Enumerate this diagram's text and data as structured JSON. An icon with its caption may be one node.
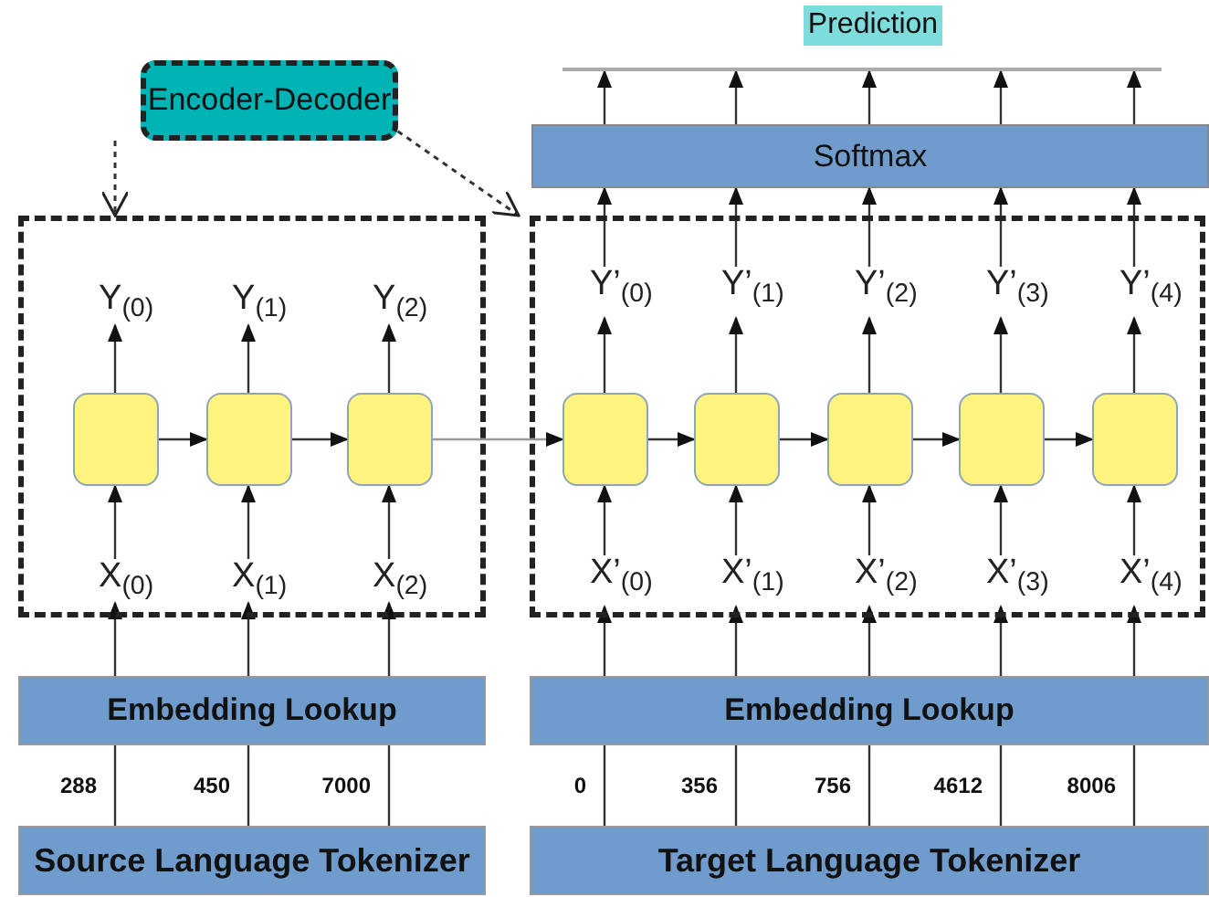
{
  "diagram": {
    "nodes": [
      {
        "text": [
          "Encoder-Decoder"
        ]
      },
      {
        "text": [
          "Prediction"
        ]
      },
      {
        "text": [],
        "shape": "bar"
      },
      {
        "text": [
          "Softmax"
        ]
      },
      {
        "text": [],
        "shape": "box"
      },
      {
        "text": [],
        "shape": "box"
      },
      {
        "text": [
          "Y$_{(0)}$"
        ],
        "in": 4
      },
      {
        "text": [
          "Y$_{(1)}$"
        ],
        "in": 4
      },
      {
        "text": [
          "Y$_{(2)}$"
        ],
        "in": 4
      },
      {
        "text": [],
        "shape": "box",
        "in": 4
      },
      {
        "text": [],
        "shape": "box",
        "in": 4
      },
      {
        "text": [],
        "shape": "box",
        "in": 4
      },
      {
        "text": [
          "X$_{(0)}$"
        ],
        "in": 4
      },
      {
        "text": [
          "X$_{(1)}$"
        ],
        "in": 4
      },
      {
        "text": [
          "X$_{(2)}$"
        ],
        "in": 4
      },
      {
        "text": [
          "Y’$_{(0)}$"
        ],
        "in": 5
      },
      {
        "text": [
          "Y’$_{(1)}$"
        ],
        "in": 5
      },
      {
        "text": [
          "Y’$_{(2)}$"
        ],
        "in": 5
      },
      {
        "text": [
          "Y’$_{(3)}$"
        ],
        "in": 5
      },
      {
        "text": [
          "Y’$_{(4)}$"
        ],
        "in": 5
      },
      {
        "text": [],
        "shape": "box",
        "in": 5
      },
      {
        "text": [],
        "shape": "box",
        "in": 5
      },
      {
        "text": [],
        "shape": "box",
        "in": 5
      },
      {
        "text": [],
        "shape": "box",
        "in": 5
      },
      {
        "text": [],
        "shape": "box",
        "in": 5
      },
      {
        "text": [
          "X’$_{(0)}$"
        ],
        "in": 5
      },
      {
        "text": [
          "X’$_{(1)}$"
        ],
        "in": 5
      },
      {
        "text": [
          "X’$_{(2)}$"
        ],
        "in": 5
      },
      {
        "text": [
          "X’$_{(3)}$"
        ],
        "in": 5
      },
      {
        "text": [
          "X’$_{(4)}$"
        ],
        "in": 5
      },
      {
        "text": [
          "Embedding Lookup"
        ]
      },
      {
        "text": [
          "Embedding Lookup"
        ]
      },
      {
        "text": [
          "Source Language Tokenizer"
        ]
      },
      {
        "text": [
          "Target Language Tokenizer"
        ]
      }
    ],
    "edges": [
      {
        "from": 0,
        "to": 4,
        "arrow": "to",
        "style": "dashed"
      },
      {
        "from": 0,
        "to": 5,
        "arrow": "to",
        "style": "dashed"
      },
      {
        "from": 9,
        "to": 10,
        "arrow": "to"
      },
      {
        "from": 10,
        "to": 11,
        "arrow": "to"
      },
      {
        "from": 11,
        "to": 20,
        "arrow": "to",
        "color": "#999999"
      },
      {
        "from": 20,
        "to": 21,
        "arrow": "to"
      },
      {
        "from": 21,
        "to": 22,
        "arrow": "to"
      },
      {
        "from": 22,
        "to": 23,
        "arrow": "to"
      },
      {
        "from": 23,
        "to": 24,
        "arrow": "to"
      },
      {
        "from": 9,
        "to": 6,
        "arrow": "to"
      },
      {
        "from": 10,
        "to": 7,
        "arrow": "to"
      },
      {
        "from": 11,
        "to": 8,
        "arrow": "to"
      },
      {
        "from": 20,
        "to": 15,
        "arrow": "to"
      },
      {
        "from": 21,
        "to": 16,
        "arrow": "to"
      },
      {
        "from": 22,
        "to": 17,
        "arrow": "to"
      },
      {
        "from": 23,
        "to": 18,
        "arrow": "to"
      },
      {
        "from": 24,
        "to": 19,
        "arrow": "to"
      },
      {
        "from": 15,
        "to": 3,
        "arrow": "to"
      },
      {
        "from": 16,
        "to": 3,
        "arrow": "to"
      },
      {
        "from": 17,
        "to": 3,
        "arrow": "to"
      },
      {
        "from": 18,
        "to": 3,
        "arrow": "to"
      },
      {
        "from": 19,
        "to": 3,
        "arrow": "to"
      },
      {
        "from": 3,
        "to": 2,
        "arrow": "to"
      },
      {
        "from": 3,
        "to": 2,
        "arrow": "to"
      },
      {
        "from": 3,
        "to": 2,
        "arrow": "to"
      },
      {
        "from": 3,
        "to": 2,
        "arrow": "to"
      },
      {
        "from": 3,
        "to": 2,
        "arrow": "to"
      },
      {
        "from": 12,
        "to": 9,
        "arrow": "to"
      },
      {
        "from": 13,
        "to": 10,
        "arrow": "to"
      },
      {
        "from": 14,
        "to": 11,
        "arrow": "to"
      },
      {
        "from": 25,
        "to": 20,
        "arrow": "to"
      },
      {
        "from": 26,
        "to": 21,
        "arrow": "to"
      },
      {
        "from": 27,
        "to": 22,
        "arrow": "to"
      },
      {
        "from": 28,
        "to": 23,
        "arrow": "to"
      },
      {
        "from": 29,
        "to": 24,
        "arrow": "to"
      },
      {
        "from": 30,
        "to": 12,
        "arrow": "to"
      },
      {
        "from": 30,
        "to": 13,
        "arrow": "to"
      },
      {
        "from": 30,
        "to": 14,
        "arrow": "to"
      },
      {
        "from": 31,
        "to": 25,
        "arrow": "to"
      },
      {
        "from": 31,
        "to": 26,
        "arrow": "to"
      },
      {
        "from": 31,
        "to": 27,
        "arrow": "to"
      },
      {
        "from": 31,
        "to": 28,
        "arrow": "to"
      },
      {
        "from": 31,
        "to": 29,
        "arrow": "to"
      },
      {
        "from": 32,
        "to": 30,
        "arrow": "none",
        "label": "288"
      },
      {
        "from": 32,
        "to": 30,
        "arrow": "none",
        "label": "450"
      },
      {
        "from": 32,
        "to": 30,
        "arrow": "none",
        "label": "7000"
      },
      {
        "from": 33,
        "to": 31,
        "arrow": "none",
        "label": "0"
      },
      {
        "from": 33,
        "to": 31,
        "arrow": "none",
        "label": "356"
      },
      {
        "from": 33,
        "to": 31,
        "arrow": "none",
        "label": "756"
      },
      {
        "from": 33,
        "to": 31,
        "arrow": "none",
        "label": "4612"
      },
      {
        "from": 33,
        "to": 31,
        "arrow": "none",
        "label": "8006"
      }
    ]
  }
}
